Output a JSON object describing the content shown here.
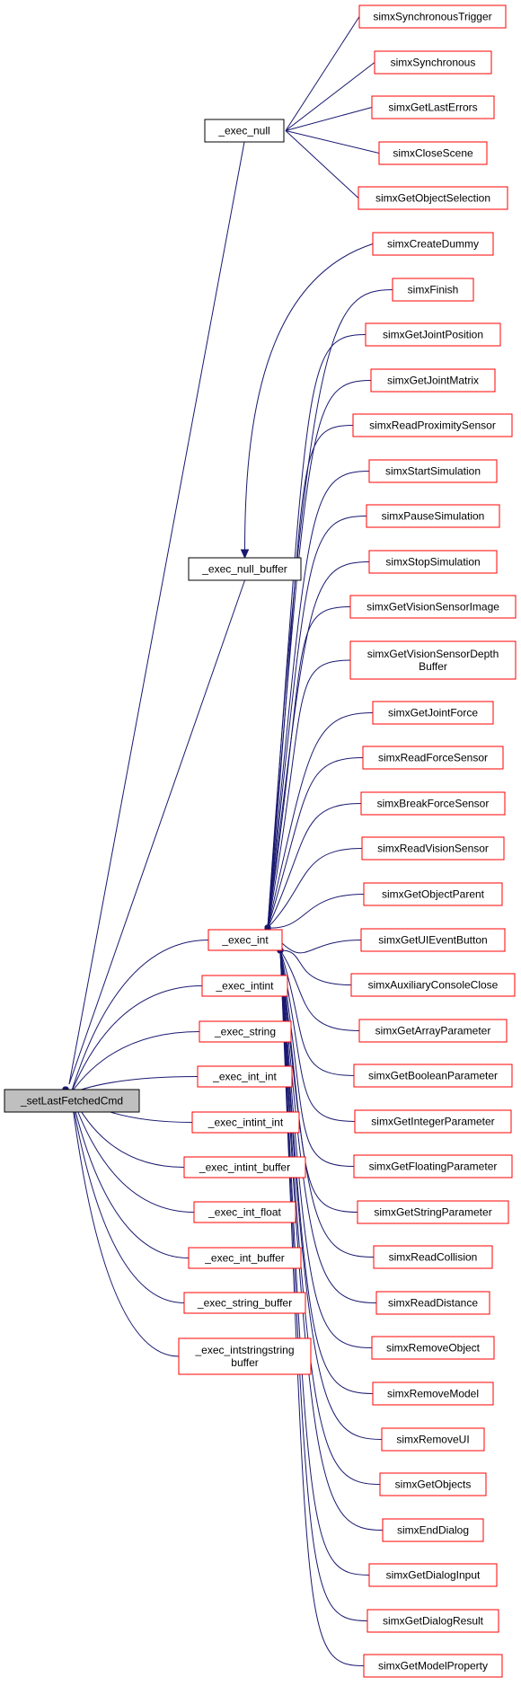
{
  "colors": {
    "edge": "#191970",
    "node_border_linked": "#ff0000",
    "node_border_plain": "#000000",
    "root_fill": "#bfbfbf",
    "background": "#ffffff"
  },
  "graph": {
    "root": {
      "id": "root",
      "label": "_setLastFetchedCmd"
    },
    "nodes": [
      {
        "id": "exec_null",
        "label": "_exec_null",
        "style": "black"
      },
      {
        "id": "exec_null_buffer",
        "label": "_exec_null_buffer",
        "style": "black"
      },
      {
        "id": "exec_int",
        "label": "_exec_int",
        "style": "red"
      },
      {
        "id": "exec_intint",
        "label": "_exec_intint",
        "style": "red"
      },
      {
        "id": "exec_string",
        "label": "_exec_string",
        "style": "red"
      },
      {
        "id": "exec_int_int",
        "label": "_exec_int_int",
        "style": "red"
      },
      {
        "id": "exec_intint_int",
        "label": "_exec_intint_int",
        "style": "red"
      },
      {
        "id": "exec_intint_buffer",
        "label": "_exec_intint_buffer",
        "style": "red"
      },
      {
        "id": "exec_int_float",
        "label": "_exec_int_float",
        "style": "red"
      },
      {
        "id": "exec_int_buffer",
        "label": "_exec_int_buffer",
        "style": "red"
      },
      {
        "id": "exec_string_buffer",
        "label": "_exec_string_buffer",
        "style": "red"
      },
      {
        "id": "exec_intstringstring_buffer",
        "label": "_exec_intstringstring\nbuffer",
        "style": "red"
      },
      {
        "id": "simxSynchronousTrigger",
        "label": "simxSynchronousTrigger",
        "style": "red"
      },
      {
        "id": "simxSynchronous",
        "label": "simxSynchronous",
        "style": "red"
      },
      {
        "id": "simxGetLastErrors",
        "label": "simxGetLastErrors",
        "style": "red"
      },
      {
        "id": "simxCloseScene",
        "label": "simxCloseScene",
        "style": "red"
      },
      {
        "id": "simxGetObjectSelection",
        "label": "simxGetObjectSelection",
        "style": "red"
      },
      {
        "id": "simxCreateDummy",
        "label": "simxCreateDummy",
        "style": "red"
      },
      {
        "id": "simxFinish",
        "label": "simxFinish",
        "style": "red"
      },
      {
        "id": "simxGetJointPosition",
        "label": "simxGetJointPosition",
        "style": "red"
      },
      {
        "id": "simxGetJointMatrix",
        "label": "simxGetJointMatrix",
        "style": "red"
      },
      {
        "id": "simxReadProximitySensor",
        "label": "simxReadProximitySensor",
        "style": "red"
      },
      {
        "id": "simxStartSimulation",
        "label": "simxStartSimulation",
        "style": "red"
      },
      {
        "id": "simxPauseSimulation",
        "label": "simxPauseSimulation",
        "style": "red"
      },
      {
        "id": "simxStopSimulation",
        "label": "simxStopSimulation",
        "style": "red"
      },
      {
        "id": "simxGetVisionSensorImage",
        "label": "simxGetVisionSensorImage",
        "style": "red"
      },
      {
        "id": "simxGetVisionSensorDepthBuffer",
        "label": "simxGetVisionSensorDepth\nBuffer",
        "style": "red"
      },
      {
        "id": "simxGetJointForce",
        "label": "simxGetJointForce",
        "style": "red"
      },
      {
        "id": "simxReadForceSensor",
        "label": "simxReadForceSensor",
        "style": "red"
      },
      {
        "id": "simxBreakForceSensor",
        "label": "simxBreakForceSensor",
        "style": "red"
      },
      {
        "id": "simxReadVisionSensor",
        "label": "simxReadVisionSensor",
        "style": "red"
      },
      {
        "id": "simxGetObjectParent",
        "label": "simxGetObjectParent",
        "style": "red"
      },
      {
        "id": "simxGetUIEventButton",
        "label": "simxGetUIEventButton",
        "style": "red"
      },
      {
        "id": "simxAuxiliaryConsoleClose",
        "label": "simxAuxiliaryConsoleClose",
        "style": "red"
      },
      {
        "id": "simxGetArrayParameter",
        "label": "simxGetArrayParameter",
        "style": "red"
      },
      {
        "id": "simxGetBooleanParameter",
        "label": "simxGetBooleanParameter",
        "style": "red"
      },
      {
        "id": "simxGetIntegerParameter",
        "label": "simxGetIntegerParameter",
        "style": "red"
      },
      {
        "id": "simxGetFloatingParameter",
        "label": "simxGetFloatingParameter",
        "style": "red"
      },
      {
        "id": "simxGetStringParameter",
        "label": "simxGetStringParameter",
        "style": "red"
      },
      {
        "id": "simxReadCollision",
        "label": "simxReadCollision",
        "style": "red"
      },
      {
        "id": "simxReadDistance",
        "label": "simxReadDistance",
        "style": "red"
      },
      {
        "id": "simxRemoveObject",
        "label": "simxRemoveObject",
        "style": "red"
      },
      {
        "id": "simxRemoveModel",
        "label": "simxRemoveModel",
        "style": "red"
      },
      {
        "id": "simxRemoveUI",
        "label": "simxRemoveUI",
        "style": "red"
      },
      {
        "id": "simxGetObjects",
        "label": "simxGetObjects",
        "style": "red"
      },
      {
        "id": "simxEndDialog",
        "label": "simxEndDialog",
        "style": "red"
      },
      {
        "id": "simxGetDialogInput",
        "label": "simxGetDialogInput",
        "style": "red"
      },
      {
        "id": "simxGetDialogResult",
        "label": "simxGetDialogResult",
        "style": "red"
      },
      {
        "id": "simxGetModelProperty",
        "label": "simxGetModelProperty",
        "style": "red"
      }
    ],
    "edges": [
      [
        "exec_null",
        "root"
      ],
      [
        "exec_null_buffer",
        "root"
      ],
      [
        "exec_int",
        "root"
      ],
      [
        "exec_intint",
        "root"
      ],
      [
        "exec_string",
        "root"
      ],
      [
        "exec_int_int",
        "root"
      ],
      [
        "exec_intint_int",
        "root"
      ],
      [
        "exec_intint_buffer",
        "root"
      ],
      [
        "exec_int_float",
        "root"
      ],
      [
        "exec_int_buffer",
        "root"
      ],
      [
        "exec_string_buffer",
        "root"
      ],
      [
        "exec_intstringstring_buffer",
        "root"
      ],
      [
        "simxSynchronousTrigger",
        "exec_null"
      ],
      [
        "simxSynchronous",
        "exec_null"
      ],
      [
        "simxGetLastErrors",
        "exec_null"
      ],
      [
        "simxCloseScene",
        "exec_null"
      ],
      [
        "simxGetObjectSelection",
        "exec_null"
      ],
      [
        "simxCreateDummy",
        "exec_null_buffer"
      ],
      [
        "simxFinish",
        "exec_int"
      ],
      [
        "simxGetJointPosition",
        "exec_int"
      ],
      [
        "simxGetJointMatrix",
        "exec_int"
      ],
      [
        "simxReadProximitySensor",
        "exec_int"
      ],
      [
        "simxStartSimulation",
        "exec_int"
      ],
      [
        "simxPauseSimulation",
        "exec_int"
      ],
      [
        "simxStopSimulation",
        "exec_int"
      ],
      [
        "simxGetVisionSensorImage",
        "exec_int"
      ],
      [
        "simxGetVisionSensorDepthBuffer",
        "exec_int"
      ],
      [
        "simxGetJointForce",
        "exec_int"
      ],
      [
        "simxReadForceSensor",
        "exec_int"
      ],
      [
        "simxBreakForceSensor",
        "exec_int"
      ],
      [
        "simxReadVisionSensor",
        "exec_int"
      ],
      [
        "simxGetObjectParent",
        "exec_int"
      ],
      [
        "simxGetUIEventButton",
        "exec_int"
      ],
      [
        "simxAuxiliaryConsoleClose",
        "exec_int"
      ],
      [
        "simxGetArrayParameter",
        "exec_int"
      ],
      [
        "simxGetBooleanParameter",
        "exec_int"
      ],
      [
        "simxGetIntegerParameter",
        "exec_int"
      ],
      [
        "simxGetFloatingParameter",
        "exec_int"
      ],
      [
        "simxGetStringParameter",
        "exec_int"
      ],
      [
        "simxReadCollision",
        "exec_int"
      ],
      [
        "simxReadDistance",
        "exec_int"
      ],
      [
        "simxRemoveObject",
        "exec_int"
      ],
      [
        "simxRemoveModel",
        "exec_int"
      ],
      [
        "simxRemoveUI",
        "exec_int"
      ],
      [
        "simxGetObjects",
        "exec_int"
      ],
      [
        "simxEndDialog",
        "exec_int"
      ],
      [
        "simxGetDialogInput",
        "exec_int"
      ],
      [
        "simxGetDialogResult",
        "exec_int"
      ],
      [
        "simxGetModelProperty",
        "exec_int"
      ]
    ]
  }
}
